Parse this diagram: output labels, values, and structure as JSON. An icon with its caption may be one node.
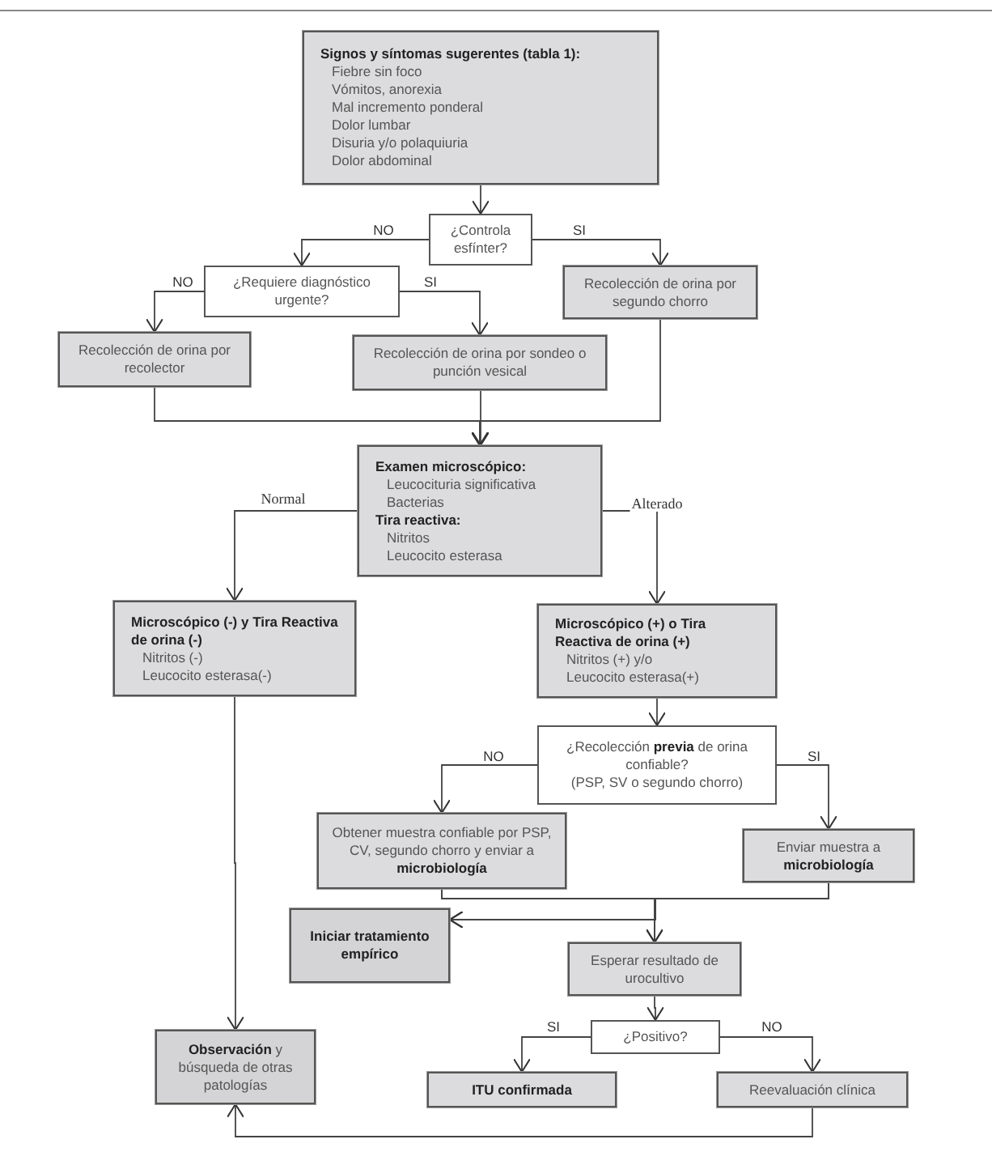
{
  "diagram": {
    "nodes": [
      {
        "text": [
          "Signos y síntomas sugerentes (tabla 1):",
          "Fiebre sin foco",
          "Vómitos, anorexia",
          "Mal incremento ponderal",
          "Dolor lumbar",
          "Disuria y/o polaquiuria",
          "Dolor abdominal"
        ]
      },
      {
        "text": [
          "¿Controla esfínter?"
        ]
      },
      {
        "text": [
          "¿Requiere diagnóstico urgente?"
        ]
      },
      {
        "text": [
          "Recolección de orina por segundo chorro"
        ]
      },
      {
        "text": [
          "Recolección de orina por recolector"
        ]
      },
      {
        "text": [
          "Recolección de orina por sondeo o punción vesical"
        ]
      },
      {
        "text": [
          "Examen microscópico:",
          "Leucocituria significativa",
          "Bacterias",
          "Tira reactiva:",
          "Nitritos",
          "Leucocito esterasa"
        ]
      },
      {
        "text": [
          "Microscópico (-) y Tira Reactiva de orina (-)",
          "Nitritos (-)",
          "Leucocito esterasa(-)"
        ]
      },
      {
        "text": [
          "Microscópico (+) o Tira Reactiva de orina (+)",
          "Nitritos (+) y/o",
          "Leucocito esterasa(+)"
        ]
      },
      {
        "text": [
          "¿Recolección **previa** de orina confiable?",
          "(PSP, SV o segundo chorro)"
        ]
      },
      {
        "text": [
          "Obtener muestra confiable por PSP, CV, segundo chorro y enviar a **microbiología**"
        ]
      },
      {
        "text": [
          "Enviar muestra a **microbiología**"
        ]
      },
      {
        "text": [
          "Iniciar tratamiento empírico"
        ]
      },
      {
        "text": [
          "Esperar resultado de urocultivo"
        ]
      },
      {
        "text": [
          "¿Positivo?"
        ]
      },
      {
        "text": [
          "**Observación** y búsqueda de otras patologías"
        ]
      },
      {
        "text": [
          "ITU confirmada"
        ]
      },
      {
        "text": [
          "Reevaluación clínica"
        ]
      }
    ],
    "edges": [
      {
        "from": 0,
        "to": 1,
        "arrow": "to"
      },
      {
        "from": 1,
        "to": 2,
        "arrow": "to",
        "label": "NO"
      },
      {
        "from": 1,
        "to": 3,
        "arrow": "to",
        "label": "SI"
      },
      {
        "from": 2,
        "to": 4,
        "arrow": "to",
        "label": "NO"
      },
      {
        "from": 2,
        "to": 5,
        "arrow": "to",
        "label": "SI"
      },
      {
        "from": 4,
        "to": 6,
        "arrow": "to"
      },
      {
        "from": 5,
        "to": 6,
        "arrow": "to"
      },
      {
        "from": 3,
        "to": 6,
        "arrow": "to"
      },
      {
        "from": 6,
        "to": 7,
        "arrow": "to",
        "label": "Normal"
      },
      {
        "from": 6,
        "to": 8,
        "arrow": "to",
        "label": "Alterado"
      },
      {
        "from": 8,
        "to": 9,
        "arrow": "to"
      },
      {
        "from": 9,
        "to": 10,
        "arrow": "to",
        "label": "NO"
      },
      {
        "from": 9,
        "to": 11,
        "arrow": "to",
        "label": "SI"
      },
      {
        "from": 10,
        "to": 12,
        "arrow": "to"
      },
      {
        "from": 10,
        "to": 13,
        "arrow": "to"
      },
      {
        "from": 11,
        "to": 12,
        "arrow": "to"
      },
      {
        "from": 11,
        "to": 13,
        "arrow": "to"
      },
      {
        "from": 13,
        "to": 14,
        "arrow": "to"
      },
      {
        "from": 14,
        "to": 16,
        "arrow": "to",
        "label": "SI"
      },
      {
        "from": 14,
        "to": 17,
        "arrow": "to",
        "label": "NO"
      },
      {
        "from": 7,
        "to": 15,
        "arrow": "to"
      },
      {
        "from": 17,
        "to": 15,
        "arrow": "to"
      }
    ]
  }
}
